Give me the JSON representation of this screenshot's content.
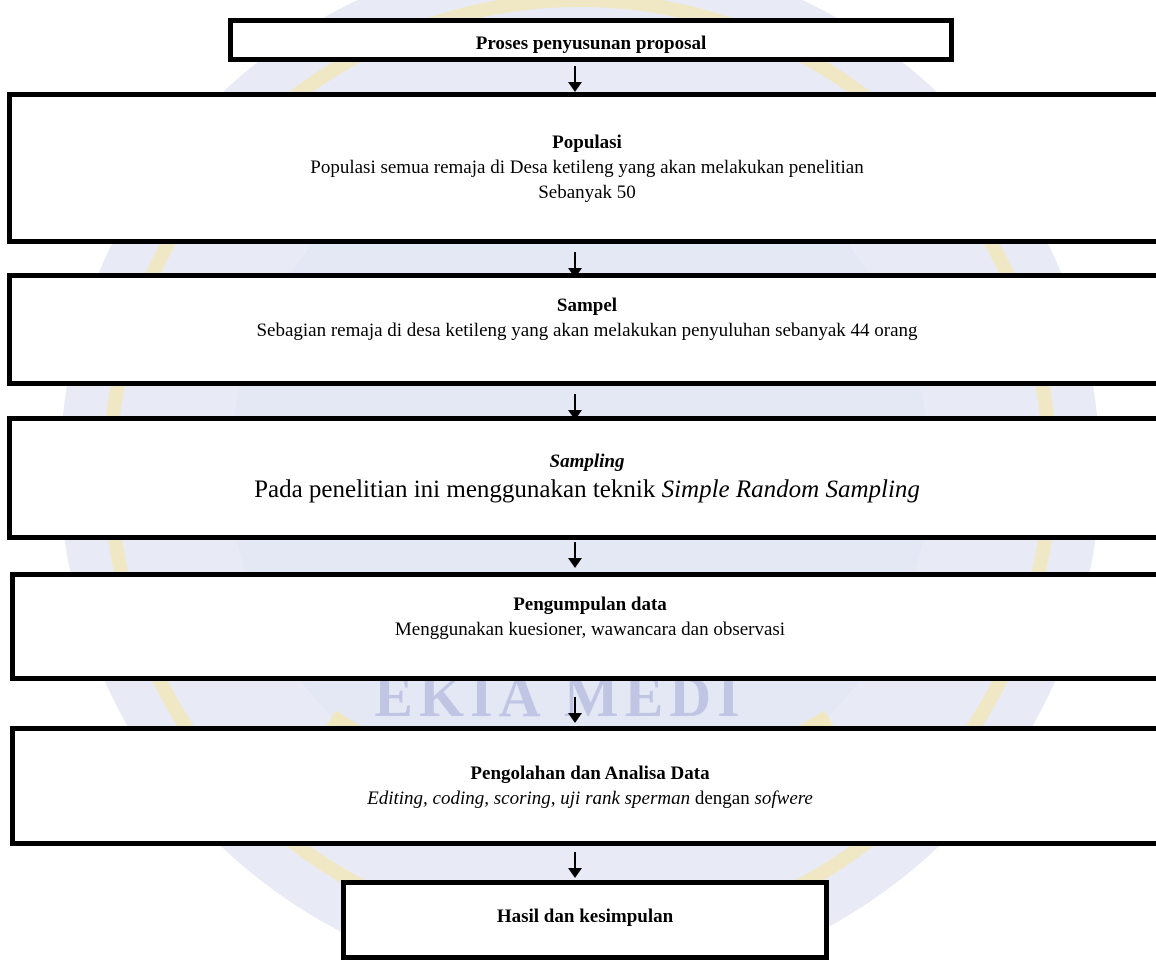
{
  "steps": {
    "proposal": {
      "title": "Proses penyusunan proposal"
    },
    "populasi": {
      "title": "Populasi",
      "line1": "Populasi semua remaja di Desa ketileng yang akan melakukan penelitian",
      "line2": "Sebanyak 50"
    },
    "sampel": {
      "title": "Sampel",
      "line1": "Sebagian remaja  di desa ketileng yang akan  melakukan penyuluhan sebanyak 44 orang"
    },
    "sampling": {
      "title": "Sampling",
      "line1_prefix": "Pada penelitian ini menggunakan teknik ",
      "line1_italic": "Simple Random Sampling"
    },
    "pengumpulan": {
      "title": "Pengumpulan data",
      "line1": "Menggunakan kuesioner, wawancara dan observasi"
    },
    "pengolahan": {
      "title": "Pengolahan dan Analisa Data",
      "line1_italic": "Editing, coding, scoring, uji rank sperman",
      "line1_mid": " dengan ",
      "line1_italic2": "sofwere"
    },
    "hasil": {
      "title": "Hasil dan kesimpulan"
    }
  },
  "watermark": {
    "text": "EKIA MEDI",
    "colors": {
      "blue": "#c9cde8",
      "gold": "#f3e7b0"
    }
  }
}
